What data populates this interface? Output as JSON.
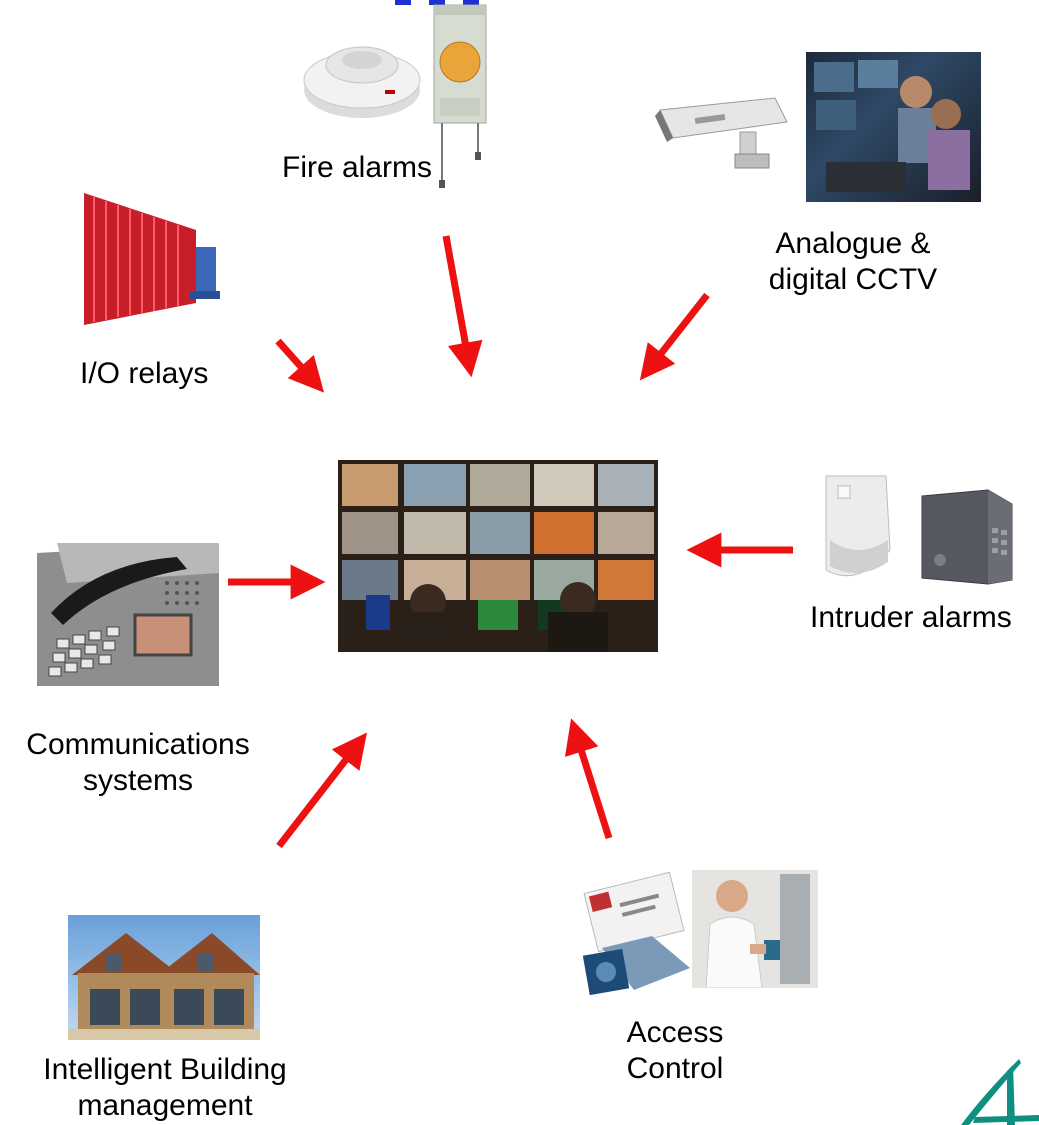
{
  "colors": {
    "arrow": "#ee1111",
    "title_fragment": "#1f2fd6",
    "logo": "#0f8f80"
  },
  "nodes": {
    "fire_alarms": {
      "label": "Fire alarms",
      "icons": [
        "smoke-detector-icon",
        "fire-alarm-bell-icon"
      ]
    },
    "cctv": {
      "label_line1": "Analogue &",
      "label_line2": "digital CCTV",
      "icons": [
        "cctv-camera-icon",
        "control-room-operators-photo"
      ]
    },
    "io_relays": {
      "label": "I/O relays",
      "icons": [
        "sliding-gate-icon"
      ]
    },
    "intruder": {
      "label": "Intruder alarms",
      "icons": [
        "motion-sensor-icon",
        "alarm-panel-icon"
      ]
    },
    "comms": {
      "label_line1": "Communications",
      "label_line2": "systems",
      "icons": [
        "video-intercom-icon"
      ]
    },
    "building": {
      "label_line1": "Intelligent Building",
      "label_line2": "management",
      "icons": [
        "house-photo"
      ]
    },
    "access": {
      "label_line1": "Access",
      "label_line2": "Control",
      "icons": [
        "id-card-icon",
        "keypad-entry-photo"
      ]
    },
    "center": {
      "icons": [
        "monitoring-control-room-photo"
      ]
    }
  }
}
